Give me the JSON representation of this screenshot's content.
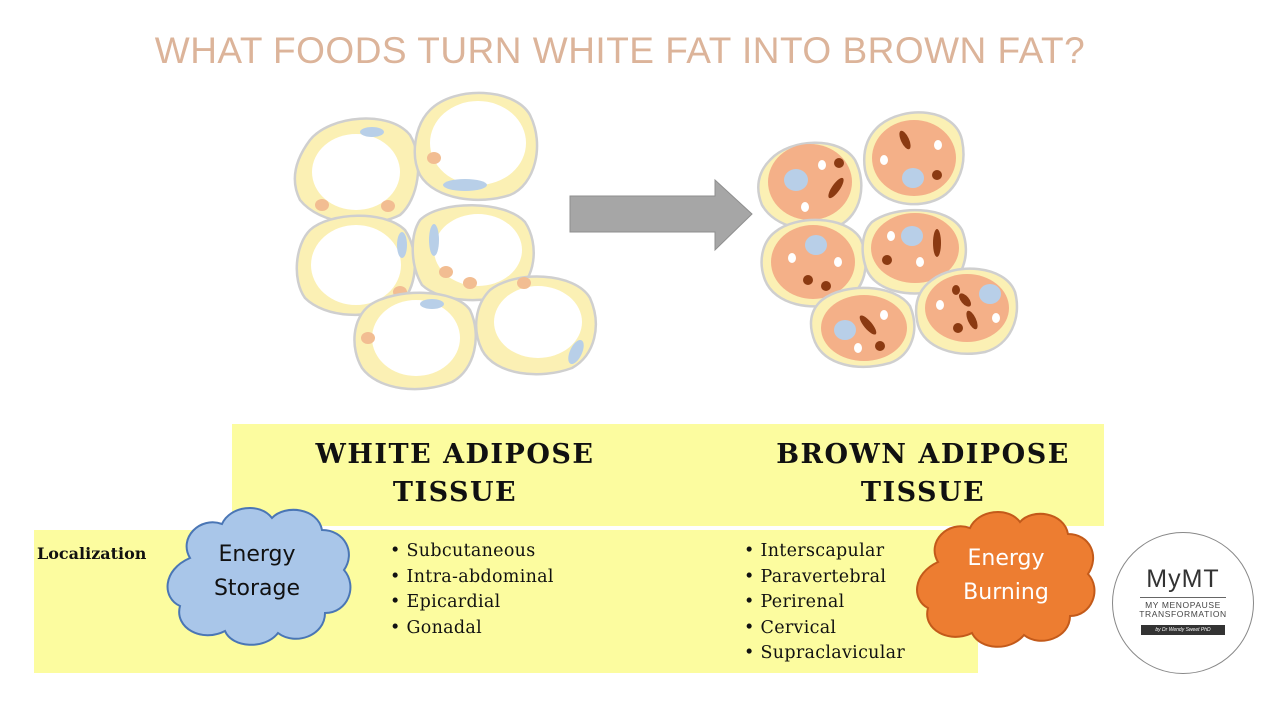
{
  "title": "WHAT FOODS TURN WHITE FAT INTO BROWN FAT?",
  "white_header": [
    "WHITE ADIPOSE",
    "TISSUE"
  ],
  "brown_header": [
    "BROWN ADIPOSE",
    "TISSUE"
  ],
  "localization_label": "Localization",
  "white_items": [
    "Subcutaneous",
    "Intra-abdominal",
    "Epicardial",
    "Gonadal"
  ],
  "brown_items": [
    "Interscapular",
    "Paravertebral",
    "Perirenal",
    "Cervical",
    "Supraclavicular"
  ],
  "storage_cloud": [
    "Energy",
    "Storage"
  ],
  "burning_cloud": [
    "Energy",
    "Burning"
  ],
  "logo": {
    "main": "MyMT",
    "sub1": "MY MENOPAUSE",
    "sub2": "TRANSFORMATION",
    "tag": "by Dr Wendy Sweet PhD"
  },
  "colors": {
    "title": "#dcb49a",
    "band": "#fcfc9f",
    "white_cell": "#fbf0b4",
    "brown_cell": "#f4b088",
    "storage_cloud": "#a9c6e9",
    "burning_cloud": "#ed7d31",
    "arrow": "#a6a6a6"
  }
}
